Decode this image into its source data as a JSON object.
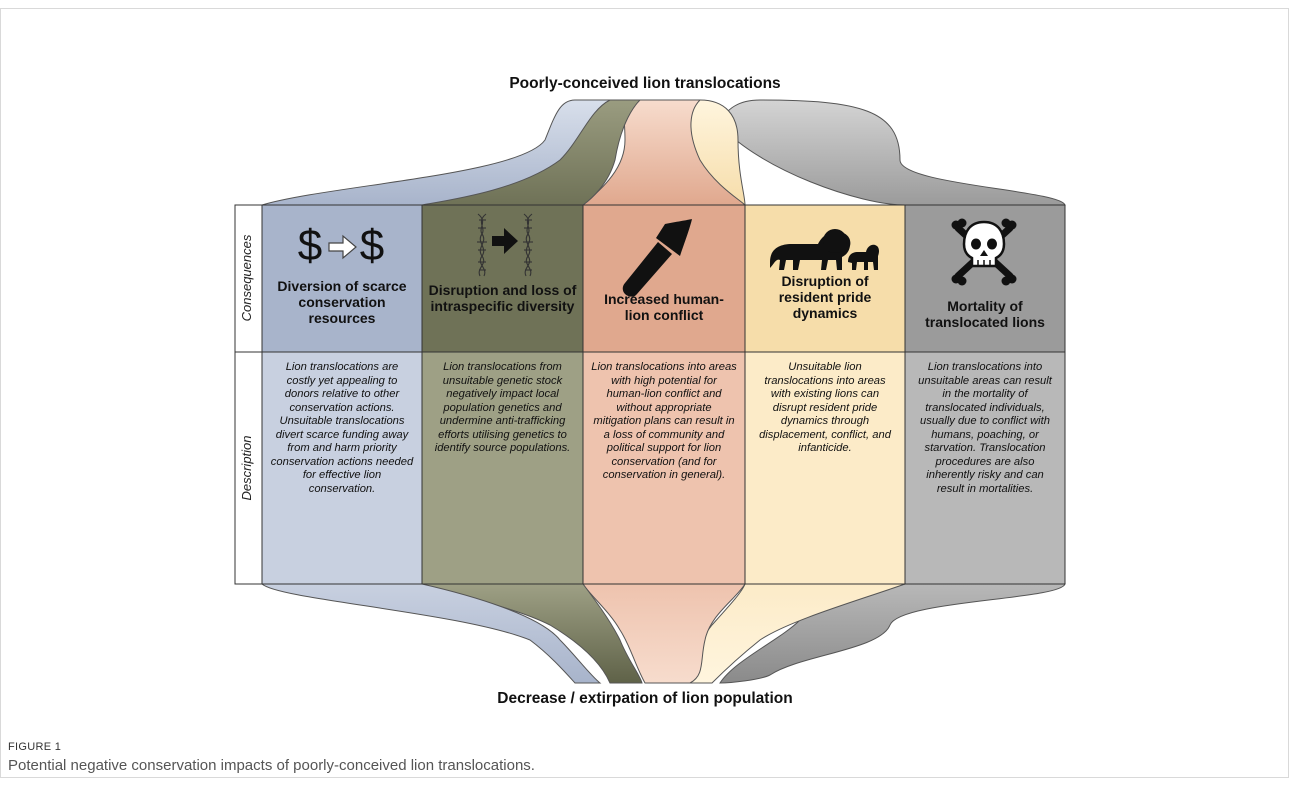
{
  "figure": {
    "label": "FIGURE 1",
    "caption": "Potential negative conservation impacts of poorly-conceived lion translocations."
  },
  "diagram": {
    "top_title": "Poorly-conceived lion translocations",
    "bottom_title": "Decrease / extirpation of lion population",
    "row_labels": {
      "consequences": "Consequences",
      "description": "Description"
    },
    "columns": [
      {
        "id": "resources",
        "icon": "dollar-arrow-dollar-icon",
        "color_header": "#a8b4cb",
        "color_body": "#c8d0e0",
        "heading": "Diversion of scarce conservation resources",
        "description": "Lion translocations are costly yet appealing to donors relative to other conservation actions. Unsuitable translocations divert scarce funding away from and harm priority conservation actions needed for effective lion conservation."
      },
      {
        "id": "diversity",
        "icon": "dna-arrow-icon",
        "color_header": "#6f7257",
        "color_body": "#9ea085",
        "heading": "Disruption and loss of intraspecific diversity",
        "description": "Lion translocations from unsuitable genetic stock negatively impact local population genetics and undermine anti-trafficking efforts utilising genetics to identify source populations."
      },
      {
        "id": "conflict",
        "icon": "spear-icon",
        "color_header": "#e0a88e",
        "color_body": "#eec3ae",
        "heading": "Increased human-lion conflict",
        "description": "Lion translocations into areas with high potential for human-lion conflict and without appropriate mitigation plans can result in a loss of community and political support for lion conservation (and for conservation in general)."
      },
      {
        "id": "pride",
        "icon": "lion-and-cub-icon",
        "color_header": "#f6ddaa",
        "color_body": "#fcebc8",
        "heading": "Disruption of resident pride dynamics",
        "description": "Unsuitable lion translocations into areas with existing lions can disrupt resident pride dynamics through displacement, conflict, and infanticide."
      },
      {
        "id": "mortality",
        "icon": "skull-crossbones-icon",
        "color_header": "#9b9b9b",
        "color_body": "#b8b8b8",
        "heading": "Mortality of translocated lions",
        "description": "Lion translocations into unsuitable areas can result in the mortality of translocated individuals, usually due to conflict with humans, poaching, or starvation. Translocation procedures are also inherently risky and can result in mortalities."
      }
    ]
  }
}
